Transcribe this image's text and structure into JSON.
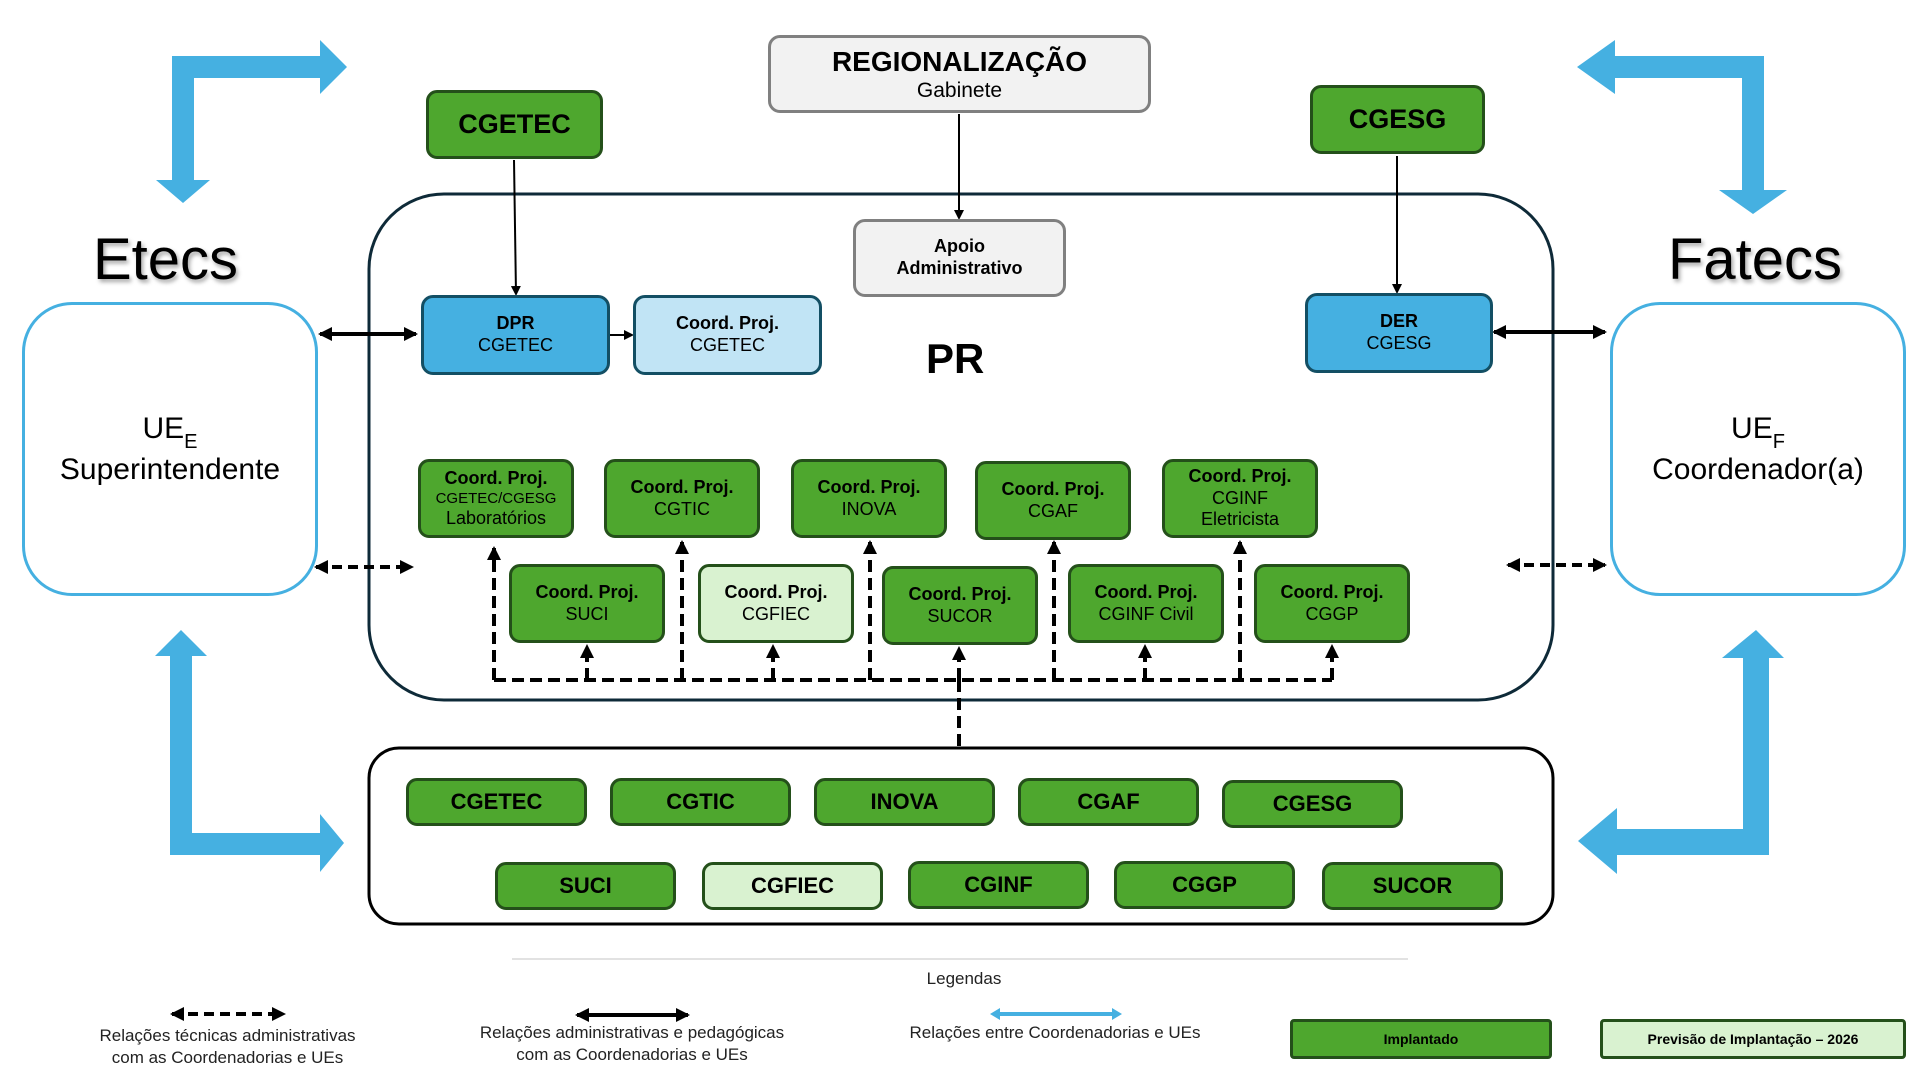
{
  "top": {
    "regionalizacao": {
      "title": "REGIONALIZAÇÃO",
      "subtitle": "Gabinete"
    },
    "cgetec": "CGETEC",
    "cgesg": "CGESG",
    "apoio": {
      "line1": "Apoio",
      "line2": "Administrativo"
    }
  },
  "sides": {
    "left": {
      "title": "Etecs",
      "ue": "UE",
      "ue_sub": "E",
      "role": "Superintendente"
    },
    "right": {
      "title": "Fatecs",
      "ue": "UE",
      "ue_sub": "F",
      "role": "Coordenador(a)"
    }
  },
  "pr": {
    "label": "PR",
    "dpr": {
      "line1": "DPR",
      "line2": "CGETEC"
    },
    "coord_cgetec": {
      "line1": "Coord. Proj.",
      "line2": "CGETEC"
    },
    "der": {
      "line1": "DER",
      "line2": "CGESG"
    },
    "row1": [
      {
        "line1": "Coord. Proj.",
        "line2": "CGETEC/CGESG",
        "line3": "Laboratórios",
        "status": "implantado"
      },
      {
        "line1": "Coord. Proj.",
        "line2": "CGTIC",
        "status": "implantado"
      },
      {
        "line1": "Coord. Proj.",
        "line2": "INOVA",
        "status": "implantado"
      },
      {
        "line1": "Coord. Proj.",
        "line2": "CGAF",
        "status": "implantado"
      },
      {
        "line1": "Coord. Proj.",
        "line2": "CGINF",
        "line3": "Eletricista",
        "status": "implantado"
      }
    ],
    "row2": [
      {
        "line1": "Coord. Proj.",
        "line2": "SUCI",
        "status": "implantado"
      },
      {
        "line1": "Coord. Proj.",
        "line2": "CGFIEC",
        "status": "previsao"
      },
      {
        "line1": "Coord. Proj.",
        "line2": "SUCOR",
        "status": "implantado"
      },
      {
        "line1": "Coord. Proj.",
        "line2": "CGINF Civil",
        "status": "implantado"
      },
      {
        "line1": "Coord. Proj.",
        "line2": "CGGP",
        "status": "implantado"
      }
    ]
  },
  "bottom": {
    "row1": [
      {
        "label": "CGETEC",
        "status": "implantado"
      },
      {
        "label": "CGTIC",
        "status": "implantado"
      },
      {
        "label": "INOVA",
        "status": "implantado"
      },
      {
        "label": "CGAF",
        "status": "implantado"
      },
      {
        "label": "CGESG",
        "status": "implantado"
      }
    ],
    "row2": [
      {
        "label": "SUCI",
        "status": "implantado"
      },
      {
        "label": "CGFIEC",
        "status": "previsao"
      },
      {
        "label": "CGINF",
        "status": "implantado"
      },
      {
        "label": "CGGP",
        "status": "implantado"
      },
      {
        "label": "SUCOR",
        "status": "implantado"
      }
    ]
  },
  "legend": {
    "title": "Legendas",
    "dashed": {
      "line1": "Relações técnicas administrativas",
      "line2": "com as Coordenadorias e UEs"
    },
    "solid": {
      "line1": "Relações administrativas e pedagógicas",
      "line2": "com as Coordenadorias e UEs"
    },
    "blue": {
      "line1": "Relações entre Coordenadorias e UEs"
    },
    "implantado": "Implantado",
    "previsao": "Previsão de Implantação – 2026"
  },
  "colors": {
    "implantado": "#4ea72e",
    "previsao": "#d9f2d0",
    "blue_arrow": "#45b0e1",
    "dpr_blue": "#45b0e1",
    "light_blue": "#c1e4f5",
    "dark_border": "#0e2a38"
  }
}
